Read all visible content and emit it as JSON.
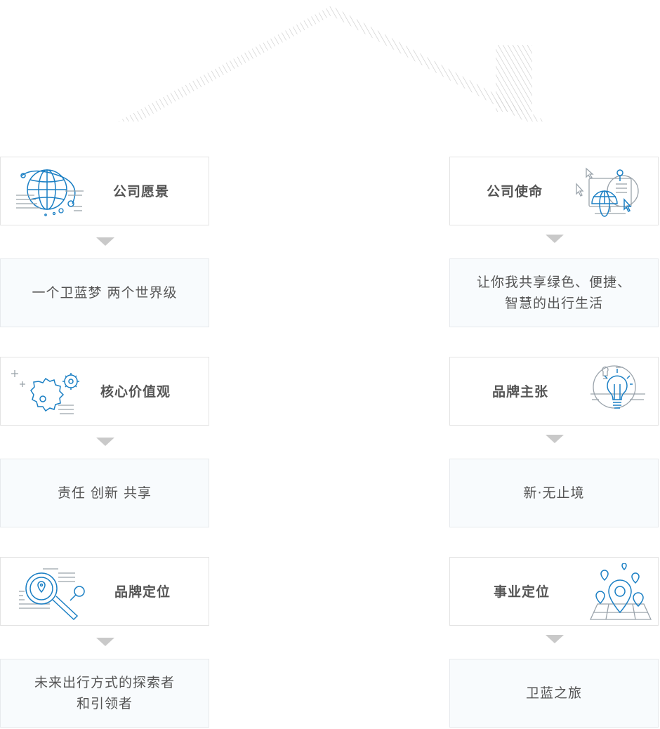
{
  "left": [
    {
      "title": "公司愿景",
      "text": "一个卫蓝梦 两个世界级",
      "icon": "globe-icon"
    },
    {
      "title": "核心价值观",
      "text": "责任 创新 共享",
      "icon": "gears-icon"
    },
    {
      "title": "品牌定位",
      "text": "未来出行方式的探索者\n和引领者",
      "icon": "magnifier-location-icon"
    }
  ],
  "right": [
    {
      "title": "公司使命",
      "text": "让你我共享绿色、便捷、\n智慧的出行生活",
      "icon": "monitor-globe-icon"
    },
    {
      "title": "品牌主张",
      "text": "新·无止境",
      "icon": "lightbulb-icon"
    },
    {
      "title": "事业定位",
      "text": "卫蓝之旅",
      "icon": "map-pins-icon"
    }
  ],
  "colors": {
    "accent": "#1a7fc4",
    "line": "#9aa3ab",
    "arrow": "#c9c9c9",
    "roof": "#c8c8c8"
  }
}
